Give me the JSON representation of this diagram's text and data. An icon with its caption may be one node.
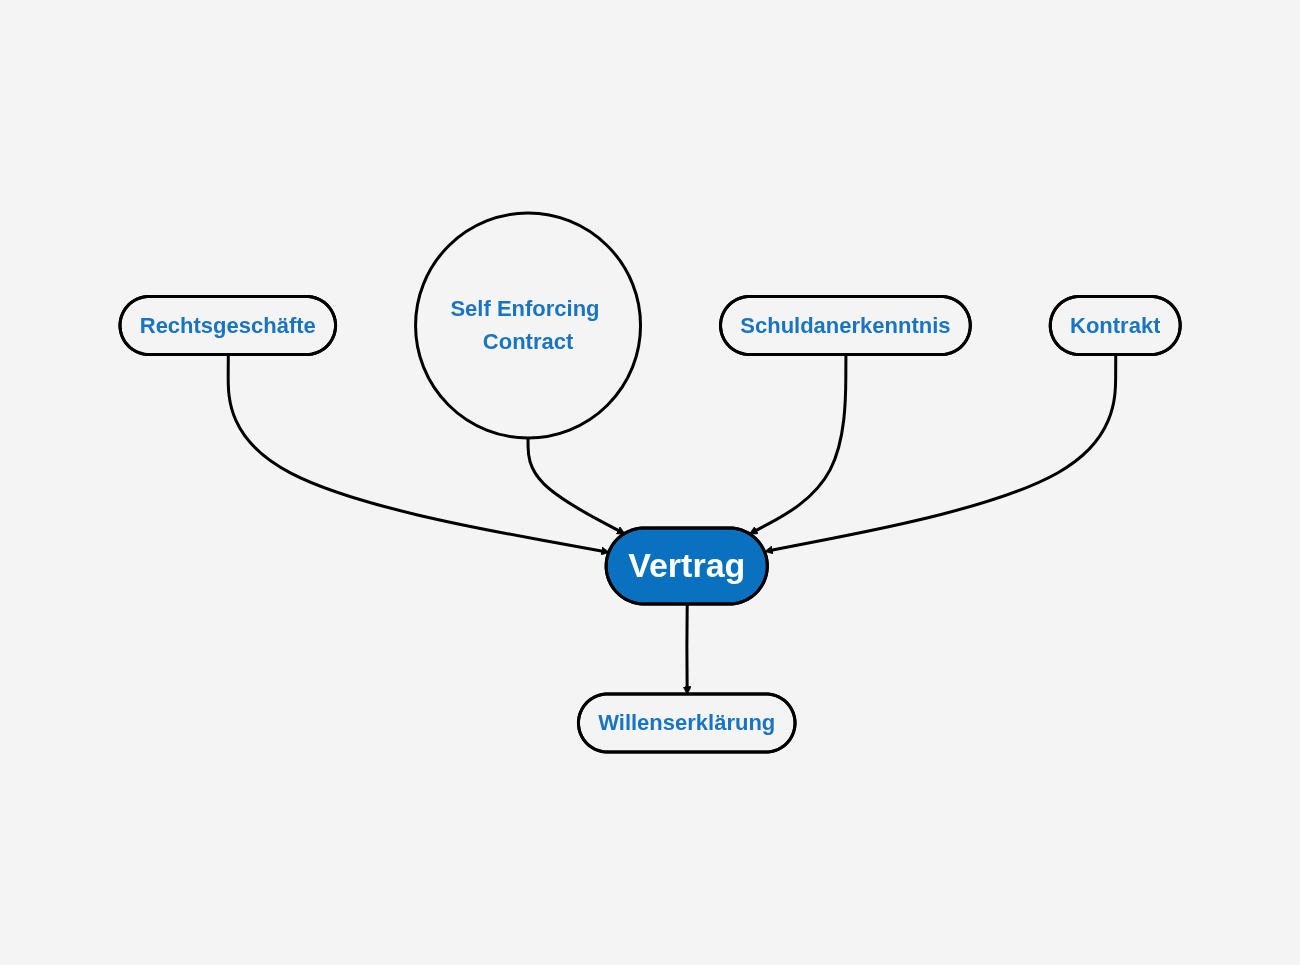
{
  "diagram": {
    "nodes": [
      {
        "text": [
          "Rechtsgeschäfte"
        ]
      },
      {
        "text": [
          "Self Enforcing Contract"
        ]
      },
      {
        "text": [
          "Schuldanerkenntnis"
        ]
      },
      {
        "text": [
          "Vertrag"
        ]
      },
      {
        "text": [
          "Kontrakt"
        ]
      },
      {
        "text": [
          "Willenserklärung"
        ]
      }
    ],
    "edges": [
      {
        "from": 0,
        "to": 3,
        "arrow": "to"
      },
      {
        "from": 1,
        "to": 3,
        "arrow": "to"
      },
      {
        "from": 2,
        "to": 3,
        "arrow": "to"
      },
      {
        "from": 4,
        "to": 3,
        "arrow": "to"
      },
      {
        "from": 3,
        "to": 5,
        "arrow": "to"
      }
    ]
  }
}
